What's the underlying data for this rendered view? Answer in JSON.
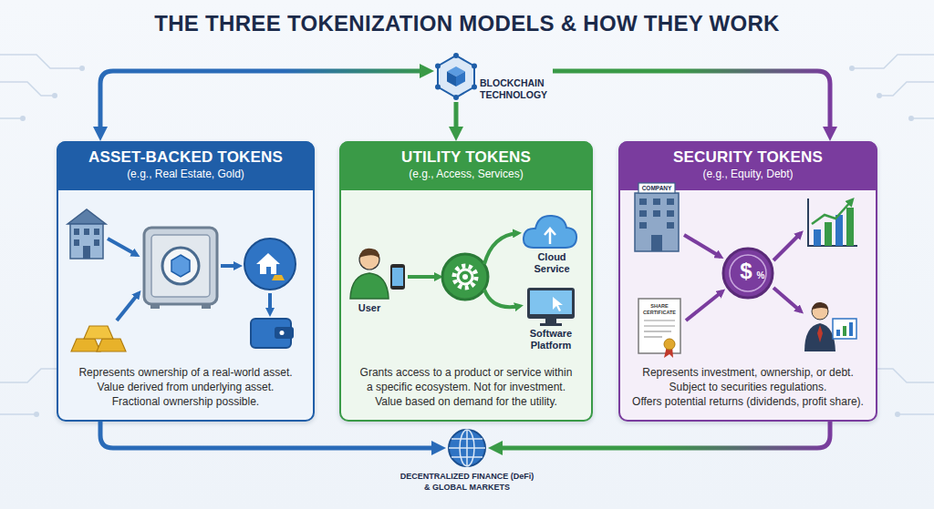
{
  "diagram": {
    "title": "THE THREE TOKENIZATION MODELS & HOW THEY WORK",
    "nodes": [
      {
        "text": [
          "BLOCKCHAIN TECHNOLOGY"
        ]
      },
      {
        "text": [
          "ASSET-BACKED TOKENS",
          "(e.g., Real Estate, Gold)",
          "Represents ownership of a real-world asset.",
          "Value derived from underlying asset.",
          "Fractional ownership possible."
        ]
      },
      {
        "text": [
          "UTILITY TOKENS",
          "(e.g., Access, Services)",
          "Grants access to a product or service within a specific ecosystem. Not for investment. Value based on demand for the utility."
        ]
      },
      {
        "text": [
          "SECURITY TOKENS",
          "(e.g., Equity, Debt)",
          "Represents investment, ownership, or debt.",
          "Subject to securities regulations.",
          "Offers potential returns (dividends, profit share)."
        ]
      },
      {
        "text": [
          "DECENTRALIZED FINANCE (DeFi) & GLOBAL MARKETS"
        ]
      }
    ],
    "edges": [
      {
        "from": 0,
        "to": 1,
        "arrow": "both"
      },
      {
        "from": 0,
        "to": 2,
        "arrow": "to"
      },
      {
        "from": 0,
        "to": 3,
        "arrow": "to"
      },
      {
        "from": 1,
        "to": 4,
        "arrow": "to"
      },
      {
        "from": 3,
        "to": 4,
        "arrow": "to"
      }
    ],
    "labels": [
      "User",
      "Cloud Service",
      "Software Platform",
      "COMPANY",
      "SHARE CERTIFICATE",
      "$",
      "%"
    ]
  }
}
